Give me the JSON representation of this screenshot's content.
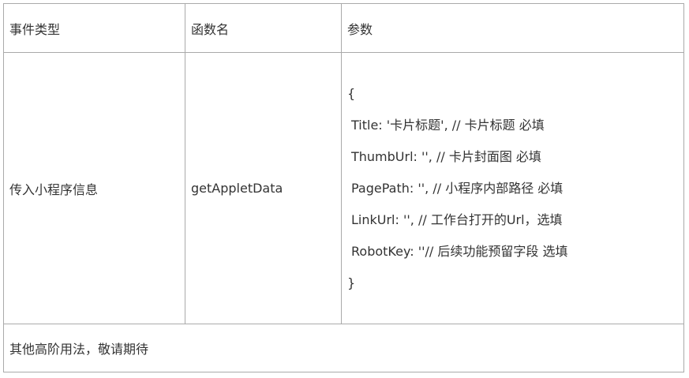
{
  "table": {
    "headers": [
      "事件类型",
      "函数名",
      "参数"
    ],
    "row": {
      "event_type": "传入小程序信息",
      "function_name": "getAppletData",
      "params": [
        "{",
        "Title: '卡片标题', // 卡片标题 必填",
        "ThumbUrl: '', // 卡片封面图 必填",
        "PagePath: '', // 小程序内部路径 必填",
        "LinkUrl: '', // 工作台打开的Url，选填",
        "RobotKey: ''// 后续功能预留字段 选填",
        "}"
      ]
    },
    "footer": "其他高阶用法，敬请期待"
  }
}
